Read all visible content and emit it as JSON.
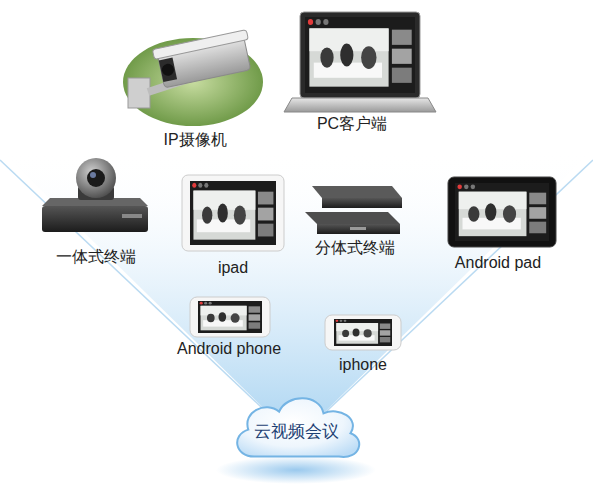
{
  "diagram": {
    "nodes": [
      {
        "text": [
          "云视频会议"
        ]
      }
    ],
    "labels": [
      "IP摄像机",
      "PC客户端",
      "一体式终端",
      "ipad",
      "分体式终端",
      "Android pad",
      "Android phone",
      "iphone"
    ]
  }
}
